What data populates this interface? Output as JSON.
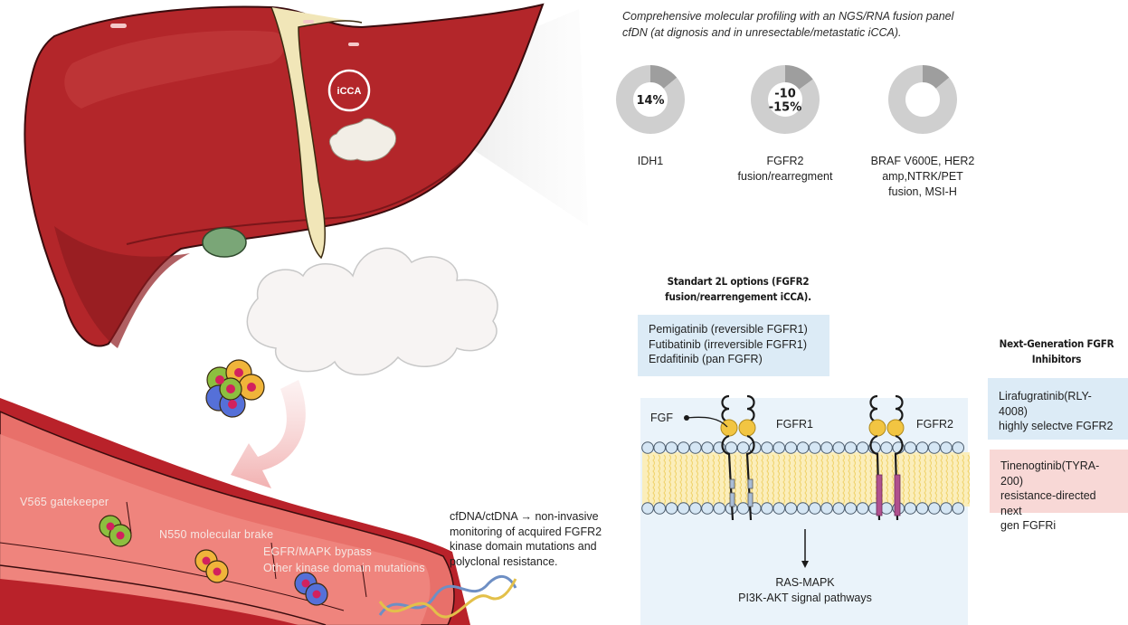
{
  "intro": {
    "text": "Comprehensive molecular profiling with an  NGS/RNA fusion panel cfDN (at dignosis and in unresectable/metastatic iCCA)."
  },
  "liver": {
    "tumor_label": "iCCA"
  },
  "chart_data": {
    "type": "pie",
    "title": "Comprehensive molecular profiling with an  NGS/RNA fusion panel cfDN (at dignosis and in unresectable/metastatic iCCA).",
    "charts": [
      {
        "name": "IDH1",
        "label_lines": [
          "IDH1"
        ],
        "center_text_lines": [
          "14%"
        ],
        "slices": [
          {
            "label": "IDH1",
            "value": 14
          },
          {
            "label": "other",
            "value": 86
          }
        ]
      },
      {
        "name": "FGFR2 fusion/rearregment",
        "label_lines": [
          "FGFR2",
          "fusion/rearregment"
        ],
        "center_text_lines": [
          "-10",
          "-15%"
        ],
        "slices": [
          {
            "label": "FGFR2",
            "value": 15
          },
          {
            "label": "other",
            "value": 85
          }
        ]
      },
      {
        "name": "BRAF V600E, HER2 amp,NTRK/PET fusion, MSI-H",
        "label_lines": [
          "BRAF V600E, HER2",
          "amp,NTRK/PET",
          "fusion, MSI-H"
        ],
        "center_text_lines": [],
        "slices": [
          {
            "label": "BRAF/HER2/NTRK/MSI-H",
            "value": 14
          },
          {
            "label": "other",
            "value": 86
          }
        ]
      }
    ],
    "colors": {
      "highlight": "#9e9e9e",
      "rest": "#cfcfcf"
    }
  },
  "standard_options": {
    "title_lines": [
      "Standart 2L options (FGFR2",
      "fusion/rearrengement iCCA)."
    ],
    "drugs": [
      "Pemigatinib (reversible FGFR1)",
      "Futibatinib (irreversible FGFR1)",
      "Erdafitinib (pan FGFR)"
    ]
  },
  "receptors": {
    "ligand_label": "FGF",
    "receptor1_label": "FGFR1",
    "receptor2_label": "FGFR2",
    "pathways_lines": [
      "RAS-MAPK",
      "PI3K-AKT signal pathways"
    ]
  },
  "next_gen": {
    "title_lines": [
      "Next-Generation FGFR",
      "Inhibitors"
    ],
    "drug1_lines": [
      "Lirafugratinib(RLY-4008)",
      "highly selectve FGFR2"
    ],
    "drug2_lines": [
      "Tinenogtinib(TYRA-200)",
      "resistance-directed next",
      "gen FGFRi"
    ]
  },
  "vessel": {
    "mutations": [
      "V565 gatekeeper",
      "N550 molecular brake",
      "EGFR/MAPK bypass",
      "Other kinase domain mutations"
    ]
  },
  "cfdna": {
    "lines": [
      "cfDNA/ctDNA → non-invasive",
      "monitoring of acquired FGFR2",
      "kinase domain mutations and",
      "polyclonal resistance."
    ]
  },
  "colors": {
    "liver": "#b3262a",
    "liver_dark": "#8e1b20",
    "vessel": "#e8706a",
    "blue_box": "#dcebf6",
    "pink_box": "#f8d8d6",
    "fgf": "#f2c542",
    "fgfr2_domain": "#b0508e",
    "fgfr1_domain": "#a9bdd6"
  }
}
